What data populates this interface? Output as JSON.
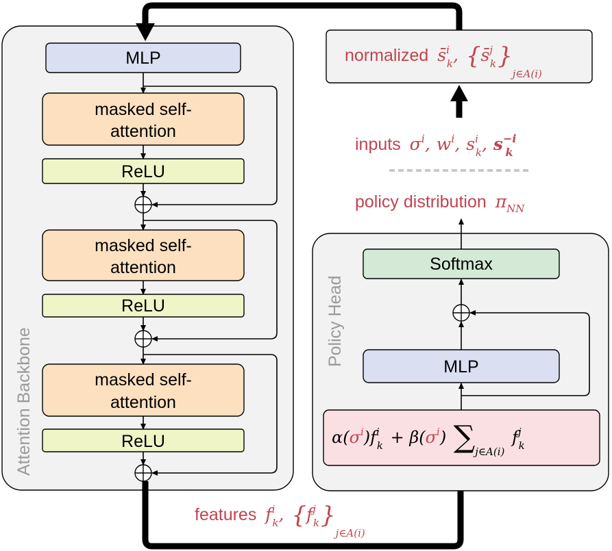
{
  "panels": {
    "backbone_label": "Attention Backbone",
    "policy_label": "Policy Head"
  },
  "backbone": {
    "mlp": "MLP",
    "attention_line1": "masked self-",
    "attention_line2": "attention",
    "relu": "ReLU"
  },
  "policy": {
    "softmax": "Softmax",
    "mlp": "MLP"
  },
  "labels": {
    "policy_distribution": "policy distribution",
    "inputs": "inputs",
    "normalized": "normalized",
    "features": "features"
  },
  "colors": {
    "mlp": "#dae0f2",
    "attention": "#fde0c0",
    "relu": "#f0f5c8",
    "softmax": "#d4ead6",
    "formula": "#fbe0e3",
    "panel": "#f2f2f2",
    "accent_text": "#c0444f"
  }
}
